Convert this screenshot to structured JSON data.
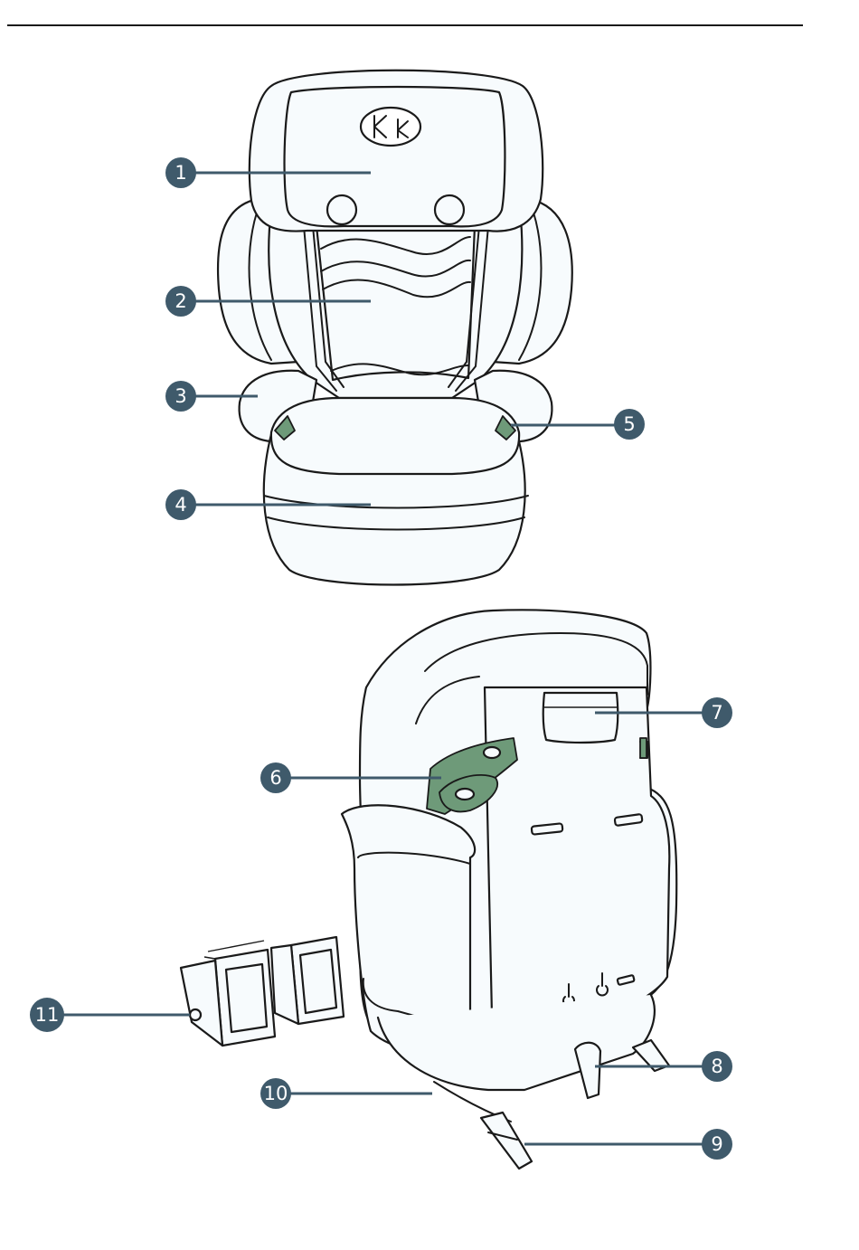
{
  "callouts": [
    {
      "id": "1",
      "label": "1"
    },
    {
      "id": "2",
      "label": "2"
    },
    {
      "id": "3",
      "label": "3"
    },
    {
      "id": "4",
      "label": "4"
    },
    {
      "id": "5",
      "label": "5"
    },
    {
      "id": "6",
      "label": "6"
    },
    {
      "id": "7",
      "label": "7"
    },
    {
      "id": "8",
      "label": "8"
    },
    {
      "id": "9",
      "label": "9"
    },
    {
      "id": "10",
      "label": "10"
    },
    {
      "id": "11",
      "label": "11"
    }
  ],
  "colors": {
    "marker": "#3f5a6b",
    "accent_green": "#6e9a79",
    "seat_fill": "#f7fbfd",
    "outline": "#1a1a1a"
  }
}
